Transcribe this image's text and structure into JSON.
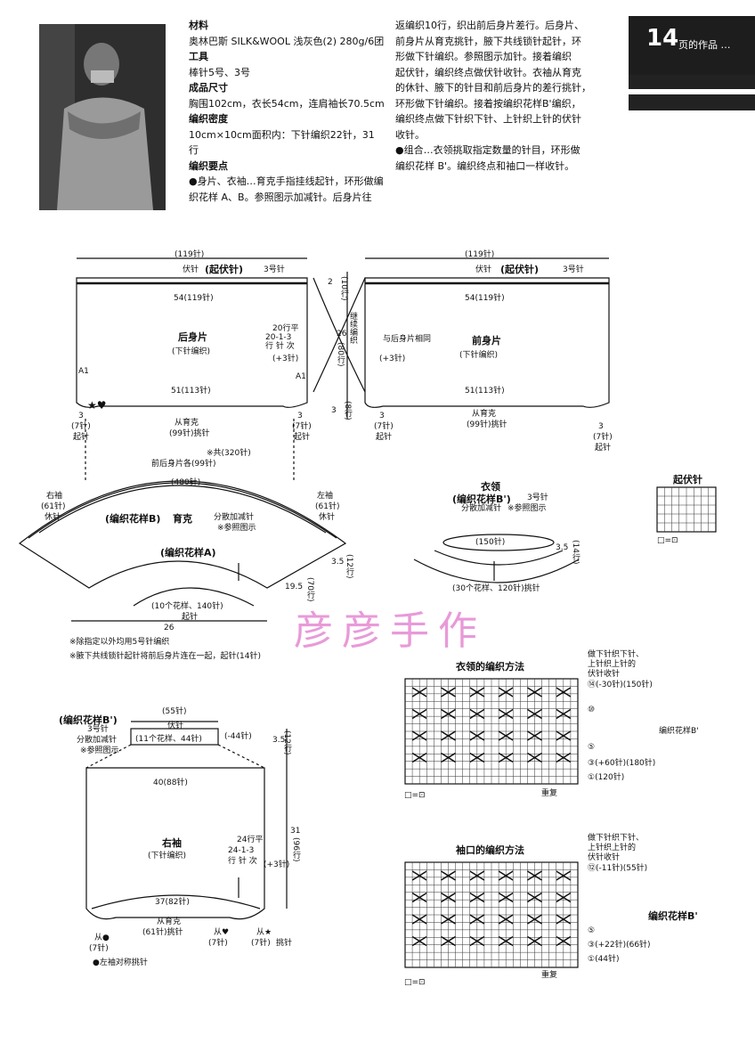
{
  "header": {
    "page_number": "14",
    "page_suffix": "页的作品 …",
    "tab_color": "#1d1d1d"
  },
  "photo": {
    "subject": "man-in-sweater-with-camera",
    "bg": "#3a3a3a"
  },
  "materials": {
    "h_materials": "材料",
    "materials": "奥林巴斯 SILK&WOOL 浅灰色(2) 280g/6团",
    "h_tools": "工具",
    "tools": "棒针5号、3号",
    "h_size": "成品尺寸",
    "size": "胸围102cm，衣长54cm，连肩袖长70.5cm",
    "h_gauge": "编织密度",
    "gauge1": "10cm×10cm面积内：下针编织22针，31",
    "gauge2": "行",
    "h_points": "编织要点",
    "p1": "●身片、衣袖…育克手指挂线起针，环形做编",
    "p2": "织花样 A、B。参照图示加减针。后身片往",
    "c1": "返编织10行，织出前后身片差行。后身片、",
    "c2": "前身片从育克挑针，腋下共线锁针起针，环",
    "c3": "形做下针编织。参照图示加针。接着编织",
    "c4": "起伏针，编织终点做伏针收针。衣袖从育克",
    "c5": "的休针、腋下的针目和前后身片的差行挑针，",
    "c6": "环形做下针编织。接着按编织花样B'编织，",
    "c7": "编织终点做下针织下针、上针织上针的伏针",
    "c8": "收针。",
    "c9": "●组合…衣领挑取指定数量的针目，环形做",
    "c10": "编织花样 B'。编织终点和袖口一样收针。"
  },
  "back": {
    "top": "(119针)",
    "bind": "伏针",
    "garter": "(起伏针)",
    "needle": "3号针",
    "w54": "54(119针)",
    "name": "后身片",
    "sub": "(下针编织)",
    "r20": "20行平",
    "r21": "20-1-3",
    "r22": "行 针 次",
    "plus3": "(+3针)",
    "w51": "51(113针)",
    "from": "从育克",
    "pick": "(99针)挑针",
    "l3a": "3",
    "l7a": "(7针)",
    "lqa": "起针",
    "r3a": "3",
    "r7a": "(7针)",
    "rqa": "起针",
    "a1": "A1",
    "a2": "A1"
  },
  "middle": {
    "h2": "2",
    "h10": "(10行)",
    "h26": "26",
    "h80": "(80行)",
    "h3": "3",
    "h8": "(8行)",
    "cont": "继续编织",
    "sameback": "与后身片相同"
  },
  "front": {
    "top": "(119针)",
    "bind": "伏针",
    "garter": "(起伏针)",
    "needle": "3号针",
    "w54": "54(119针)",
    "name": "前身片",
    "sub": "(下针编织)",
    "plus3": "(+3针)",
    "w51": "51(113针)",
    "from": "从育克",
    "pick": "(99针)挑针",
    "l3": "3",
    "l7": "(7针)",
    "lq": "起针",
    "r3": "3",
    "r7": "(7针)",
    "rq": "起针"
  },
  "yoke": {
    "total": "※共(320针)",
    "front_back": "前后身片各(99针)",
    "s480": "(480针)",
    "left_sleeve": "右袖",
    "ls61": "(61针)",
    "ls_rest": "休针",
    "right_sleeve": "左袖",
    "rs61": "(61针)",
    "rs_rest": "休针",
    "patB": "(编织花样B)",
    "name": "育克",
    "dec": "分散加减针",
    "ref": "※参照图示",
    "patA": "(编织花样A)",
    "r35": "3.5",
    "r12": "(12行)",
    "r195": "19.5",
    "r70": "(70行)",
    "cast": "(10个花样、140针)",
    "cast2": "起针",
    "w26": "26"
  },
  "collar": {
    "title": "衣领",
    "pat": "(编织花样B')",
    "needle": "3号针",
    "dec": "分散加减针",
    "ref": "※参照图示",
    "s150": "(150针)",
    "r35": "3.5",
    "r14": "(14行)",
    "pick": "(30个花样、120针)挑针"
  },
  "garter_chart": {
    "title": "起伏针",
    "legend": "□=⊡"
  },
  "notes": {
    "n1": "※除指定以外均用5号针编织",
    "n2": "※腋下共线锁针起针将前后身片连在一起，起针(14针)"
  },
  "watermark": "彦彦手作",
  "sleeve": {
    "pat": "(编织花样B')",
    "needle": "3号针",
    "dec": "分散加减针",
    "ref": "※参照图示",
    "s55": "(55针)",
    "bind": "伏针",
    "s1144": "(11个花样、44针)",
    "m44": "(-44针)",
    "r35": "3.5",
    "r12": "(12行)",
    "w40": "40(88针)",
    "name": "右袖",
    "sub": "(下针编织)",
    "r24a": "24行平",
    "r24b": "24-1-3",
    "r24c": "行 针 次",
    "plus3": "(+3针)",
    "h31": "31",
    "h96": "(96行)",
    "w37": "37(82针)",
    "from": "从育克",
    "s61": "(61针)挑针",
    "c1": "从●",
    "c1b": "(7针)",
    "c2": "从♥",
    "c2b": "(7针)",
    "c3": "从★",
    "c3b": "(7针)",
    "pick": "挑针",
    "note": "●左袖对称挑针"
  },
  "collar_chart": {
    "title": "衣领的编织方法",
    "n1": "做下针织下针、",
    "n2": "上针织上针的",
    "n3": "伏针收针",
    "r14": "⑭(-30针)(150针)",
    "r10": "⑩",
    "r5": "⑤",
    "r3": "③(+60针)(180针)",
    "r1": "①(120针)",
    "repeat": "重复",
    "side": "编织花样B'",
    "legend": "□=⊡"
  },
  "cuff_chart": {
    "title": "袖口的编织方法",
    "n1": "做下针织下针、",
    "n2": "上针织上针的",
    "n3": "伏针收针",
    "r12": "⑫(-11针)(55针)",
    "r5": "⑤",
    "r3": "③(+22针)(66针)",
    "r1": "①(44针)",
    "repeat": "重复",
    "side": "编织花样B'",
    "legend": "□=⊡"
  }
}
